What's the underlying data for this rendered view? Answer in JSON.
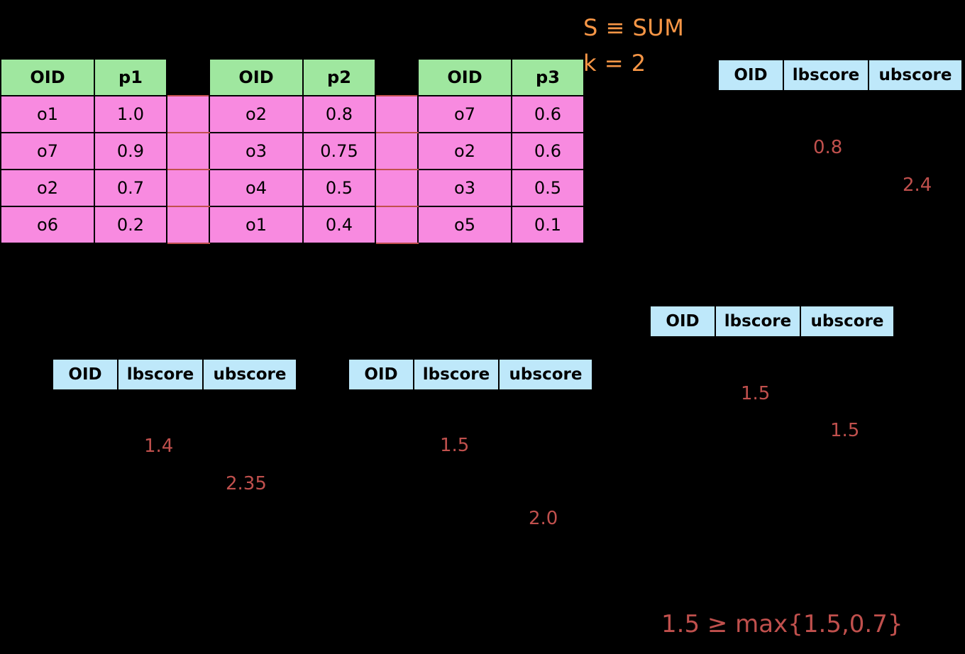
{
  "annotations": {
    "sum_definition": "S ≡ SUM",
    "k_definition": "k = 2",
    "bottom_formula": "1.5 ≥ max{1.5,0.7}"
  },
  "colors": {
    "header_green": "#9FE79F",
    "data_pink": "#F88AE0",
    "score_blue": "#BEE8FA",
    "annotation_orange": "#F79646",
    "value_dark_red": "#C0504D",
    "background": "#000000"
  },
  "ranked_lists": {
    "headers": {
      "oid": "OID",
      "p1": "p1",
      "p2": "p2",
      "p3": "p3"
    },
    "list1": {
      "score_label": "p1",
      "rows": [
        {
          "oid": "o1",
          "score": "1.0"
        },
        {
          "oid": "o7",
          "score": "0.9"
        },
        {
          "oid": "o2",
          "score": "0.7"
        },
        {
          "oid": "o6",
          "score": "0.2"
        }
      ]
    },
    "list2": {
      "score_label": "p2",
      "rows": [
        {
          "oid": "o2",
          "score": "0.8"
        },
        {
          "oid": "o3",
          "score": "0.75"
        },
        {
          "oid": "o4",
          "score": "0.5"
        },
        {
          "oid": "o1",
          "score": "0.4"
        }
      ]
    },
    "list3": {
      "score_label": "p3",
      "rows": [
        {
          "oid": "o7",
          "score": "0.6"
        },
        {
          "oid": "o2",
          "score": "0.6"
        },
        {
          "oid": "o3",
          "score": "0.5"
        },
        {
          "oid": "o5",
          "score": "0.1"
        }
      ]
    }
  },
  "score_tables": {
    "headers": {
      "oid": "OID",
      "lbscore": "lbscore",
      "ubscore": "ubscore"
    },
    "top_right": {
      "values": [
        "0.8",
        "2.4"
      ]
    },
    "middle_right": {
      "values": [
        "1.5",
        "1.5"
      ]
    },
    "bottom_left": {
      "values": [
        "1.4",
        "2.35"
      ]
    },
    "bottom_middle": {
      "values": [
        "1.5",
        "2.0"
      ]
    }
  }
}
